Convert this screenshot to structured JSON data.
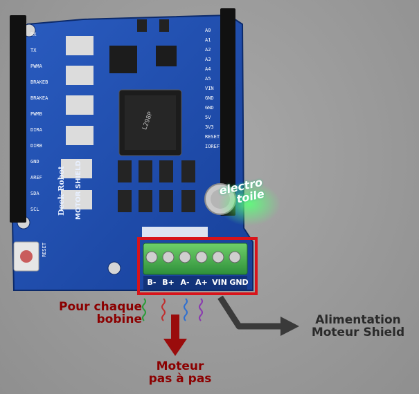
{
  "labels": {
    "pour_chaque_line1": "Pour chaque",
    "pour_chaque_line2": "bobine",
    "moteur_line1": "Moteur",
    "moteur_line2": "pas à pas",
    "alim_line1": "Alimentation",
    "alim_line2": "Moteur Shield",
    "electro_line1": "electro",
    "electro_line2": "toile"
  },
  "terminals": [
    "B-",
    "B+",
    "A-",
    "A+",
    "VIN",
    "GND"
  ],
  "board": {
    "brand": "Deek-Robot",
    "name": "MOTOR SHIELD",
    "reset": "RESET",
    "chip_text": "L298P",
    "left_pins": [
      "RX",
      "TX",
      "PWMA",
      "BRAKEB",
      "BRAKEA",
      "PWMB",
      "DIRA",
      "DIRB",
      "GND",
      "AREF",
      "SDA",
      "SCL"
    ],
    "right_pins": [
      "A0",
      "A1",
      "A2",
      "A3",
      "A4",
      "A5",
      "VIN",
      "GND",
      "GND",
      "5V",
      "3V3",
      "RESET",
      "IOREF"
    ]
  },
  "colors": {
    "board": "#1f4fae",
    "annotation_red": "#8b0000",
    "terminal_green": "#3fae4a",
    "highlight_box": "#d8141a",
    "arrow_red": "#9a0c0c",
    "arrow_dark": "#3a3a3a"
  }
}
